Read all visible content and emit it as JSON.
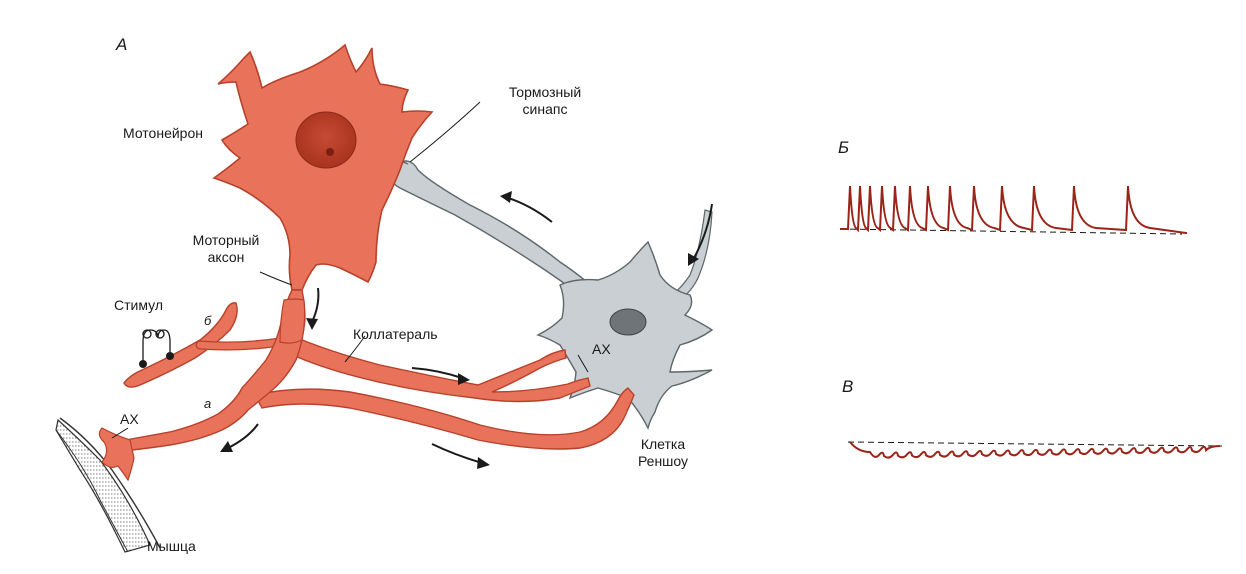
{
  "panels": {
    "a": "А",
    "b": "Б",
    "v": "В"
  },
  "labels": {
    "motoneuron": "Мотонейрон",
    "inhibitory_synapse_1": "Тормозный",
    "inhibitory_synapse_2": "синапс",
    "motor_axon_1": "Моторный",
    "motor_axon_2": "аксон",
    "stimulus": "Стимул",
    "collateral": "Коллатераль",
    "ach_renshaw": "АХ",
    "ach_muscle": "АХ",
    "renshaw_cell_1": "Клетка",
    "renshaw_cell_2": "Реншоу",
    "muscle": "Мышца",
    "branch_a": "а",
    "branch_b": "б"
  },
  "colors": {
    "neuron_fill": "#e8735a",
    "neuron_stroke": "#b8412b",
    "renshaw_fill": "#c9cfd2",
    "renshaw_stroke": "#5d6669",
    "trace": "#9a2418",
    "text": "#1a1a1a"
  }
}
